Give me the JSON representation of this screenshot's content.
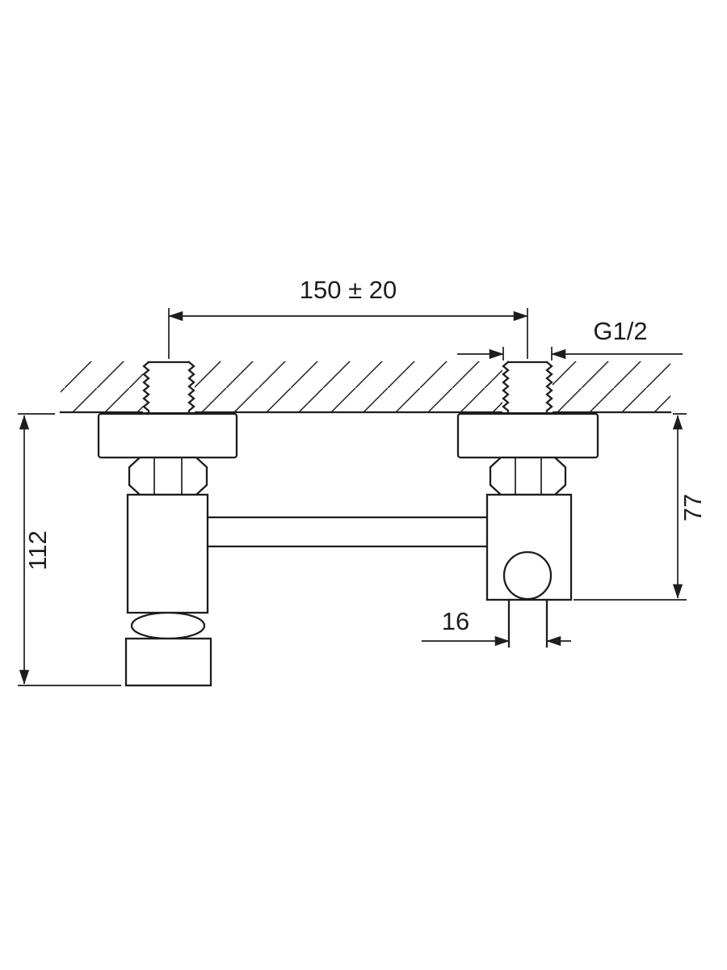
{
  "drawing": {
    "labels": {
      "center_distance": "150 ± 20",
      "thread_size": "G1/2",
      "overall_height": "112",
      "body_height": "77",
      "outlet_width": "16"
    }
  },
  "colors": {
    "line": "#1d1d1d",
    "background": "#ffffff"
  }
}
